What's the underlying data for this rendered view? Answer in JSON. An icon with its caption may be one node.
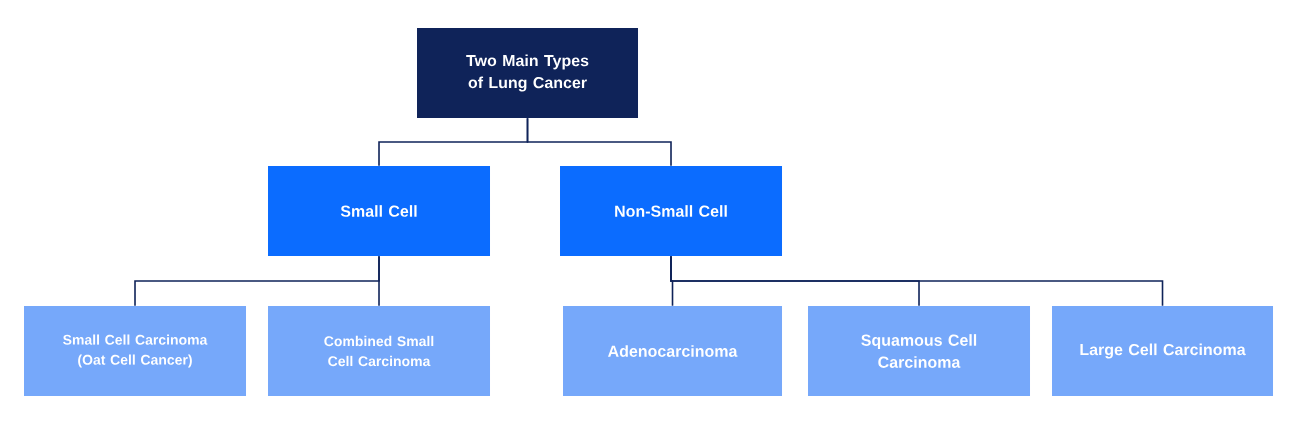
{
  "diagram": {
    "nodes": [
      {
        "text": [
          "Two Main Types of Lung Cancer"
        ]
      },
      {
        "text": [
          "Small Cell"
        ]
      },
      {
        "text": [
          "Non-Small Cell"
        ]
      },
      {
        "text": [
          "Small Cell Carcinoma (Oat Cell Cancer)"
        ]
      },
      {
        "text": [
          "Combined Small Cell Carcinoma"
        ]
      },
      {
        "text": [
          "Adenocarcinoma"
        ]
      },
      {
        "text": [
          "Squamous Cell Carcinoma"
        ]
      },
      {
        "text": [
          "Large Cell Carcinoma"
        ]
      }
    ],
    "edges": [
      {
        "from": 0,
        "to": 1,
        "arrow": "none"
      },
      {
        "from": 0,
        "to": 2,
        "arrow": "none"
      },
      {
        "from": 1,
        "to": 3,
        "arrow": "none"
      },
      {
        "from": 1,
        "to": 4,
        "arrow": "none"
      },
      {
        "from": 2,
        "to": 5,
        "arrow": "none"
      },
      {
        "from": 2,
        "to": 6,
        "arrow": "none"
      },
      {
        "from": 2,
        "to": 7,
        "arrow": "none"
      }
    ]
  }
}
